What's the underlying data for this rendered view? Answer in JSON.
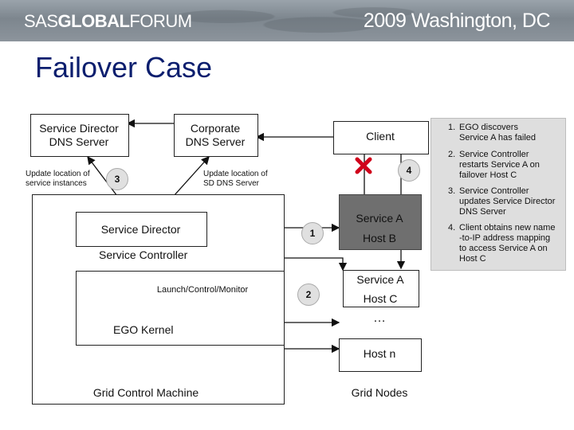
{
  "banner": {
    "brand_prefix": "SAS",
    "brand_main": "GLOBAL",
    "brand_suffix": "FORUM",
    "event": "2009 Washington, DC"
  },
  "title": "Failover Case",
  "diagram": {
    "sd_dns_server": "Service Director\nDNS Server",
    "corporate_dns_server": "Corporate\nDNS Server",
    "client": "Client",
    "update_location_instances": "Update location of\nservice instances",
    "update_location_sd_dns": "Update location of\nSD DNS Server",
    "service_director": "Service Director",
    "service_controller": "Service Controller",
    "launch_control_monitor": "Launch/Control/Monitor",
    "ego_kernel": "EGO Kernel",
    "grid_control_machine": "Grid Control Machine",
    "service_a_failed": "Service A",
    "host_b": "Host B",
    "service_a_new": "Service A",
    "host_c": "Host C",
    "ellipsis": "…",
    "host_n": "Host n",
    "grid_nodes": "Grid Nodes",
    "badges": [
      "1",
      "2",
      "3",
      "4"
    ]
  },
  "steps": [
    {
      "num": "1.",
      "text": "EGO discovers\nService A has failed"
    },
    {
      "num": "2.",
      "text": "Service Controller\nrestarts Service A on\nfailover Host C"
    },
    {
      "num": "3.",
      "text": "Service Controller\nupdates Service Director\nDNS Server"
    },
    {
      "num": "4.",
      "text": "Client obtains new name\n-to-IP address mapping\nto access Service A on\nHost C"
    }
  ],
  "colors": {
    "title": "#0b1e6e",
    "failed_host": "#6f6f6f",
    "x_mark": "#d0021b",
    "steps_panel": "#dedede"
  },
  "icons": {
    "failure": "x-mark-icon"
  }
}
